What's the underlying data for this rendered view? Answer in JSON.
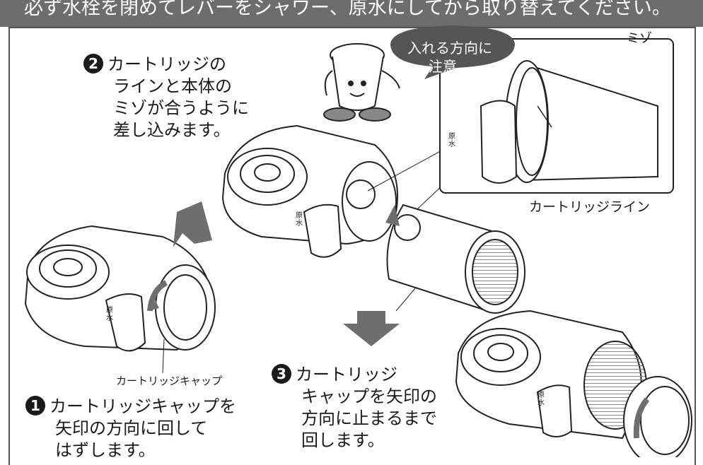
{
  "header": {
    "banner_text": "必ず水栓を閉めてレバーをシャワー、原水にしてから取り替えてください。"
  },
  "steps": [
    {
      "number": "1",
      "lines": [
        "カートリッジキャップを",
        "矢印の方向に回して",
        "はずします。"
      ]
    },
    {
      "number": "2",
      "lines": [
        "カートリッジの",
        "ラインと本体の",
        "ミゾが合うように",
        "差し込みます。"
      ]
    },
    {
      "number": "3",
      "lines": [
        "カートリッジ",
        "キャップを矢印の",
        "方向に止まるまで",
        "回します。"
      ]
    }
  ],
  "callout": {
    "lines": [
      "入れる方向に",
      "注意。"
    ]
  },
  "labels": {
    "groove": "ミゾ",
    "cartridge_line": "カートリッジライン",
    "cartridge_cap": "カートリッジキャップ",
    "lever_mark": "原水"
  },
  "colors": {
    "banner": "#6d6d6d",
    "arrow": "#6e6e6e",
    "bubble": "#555555"
  }
}
